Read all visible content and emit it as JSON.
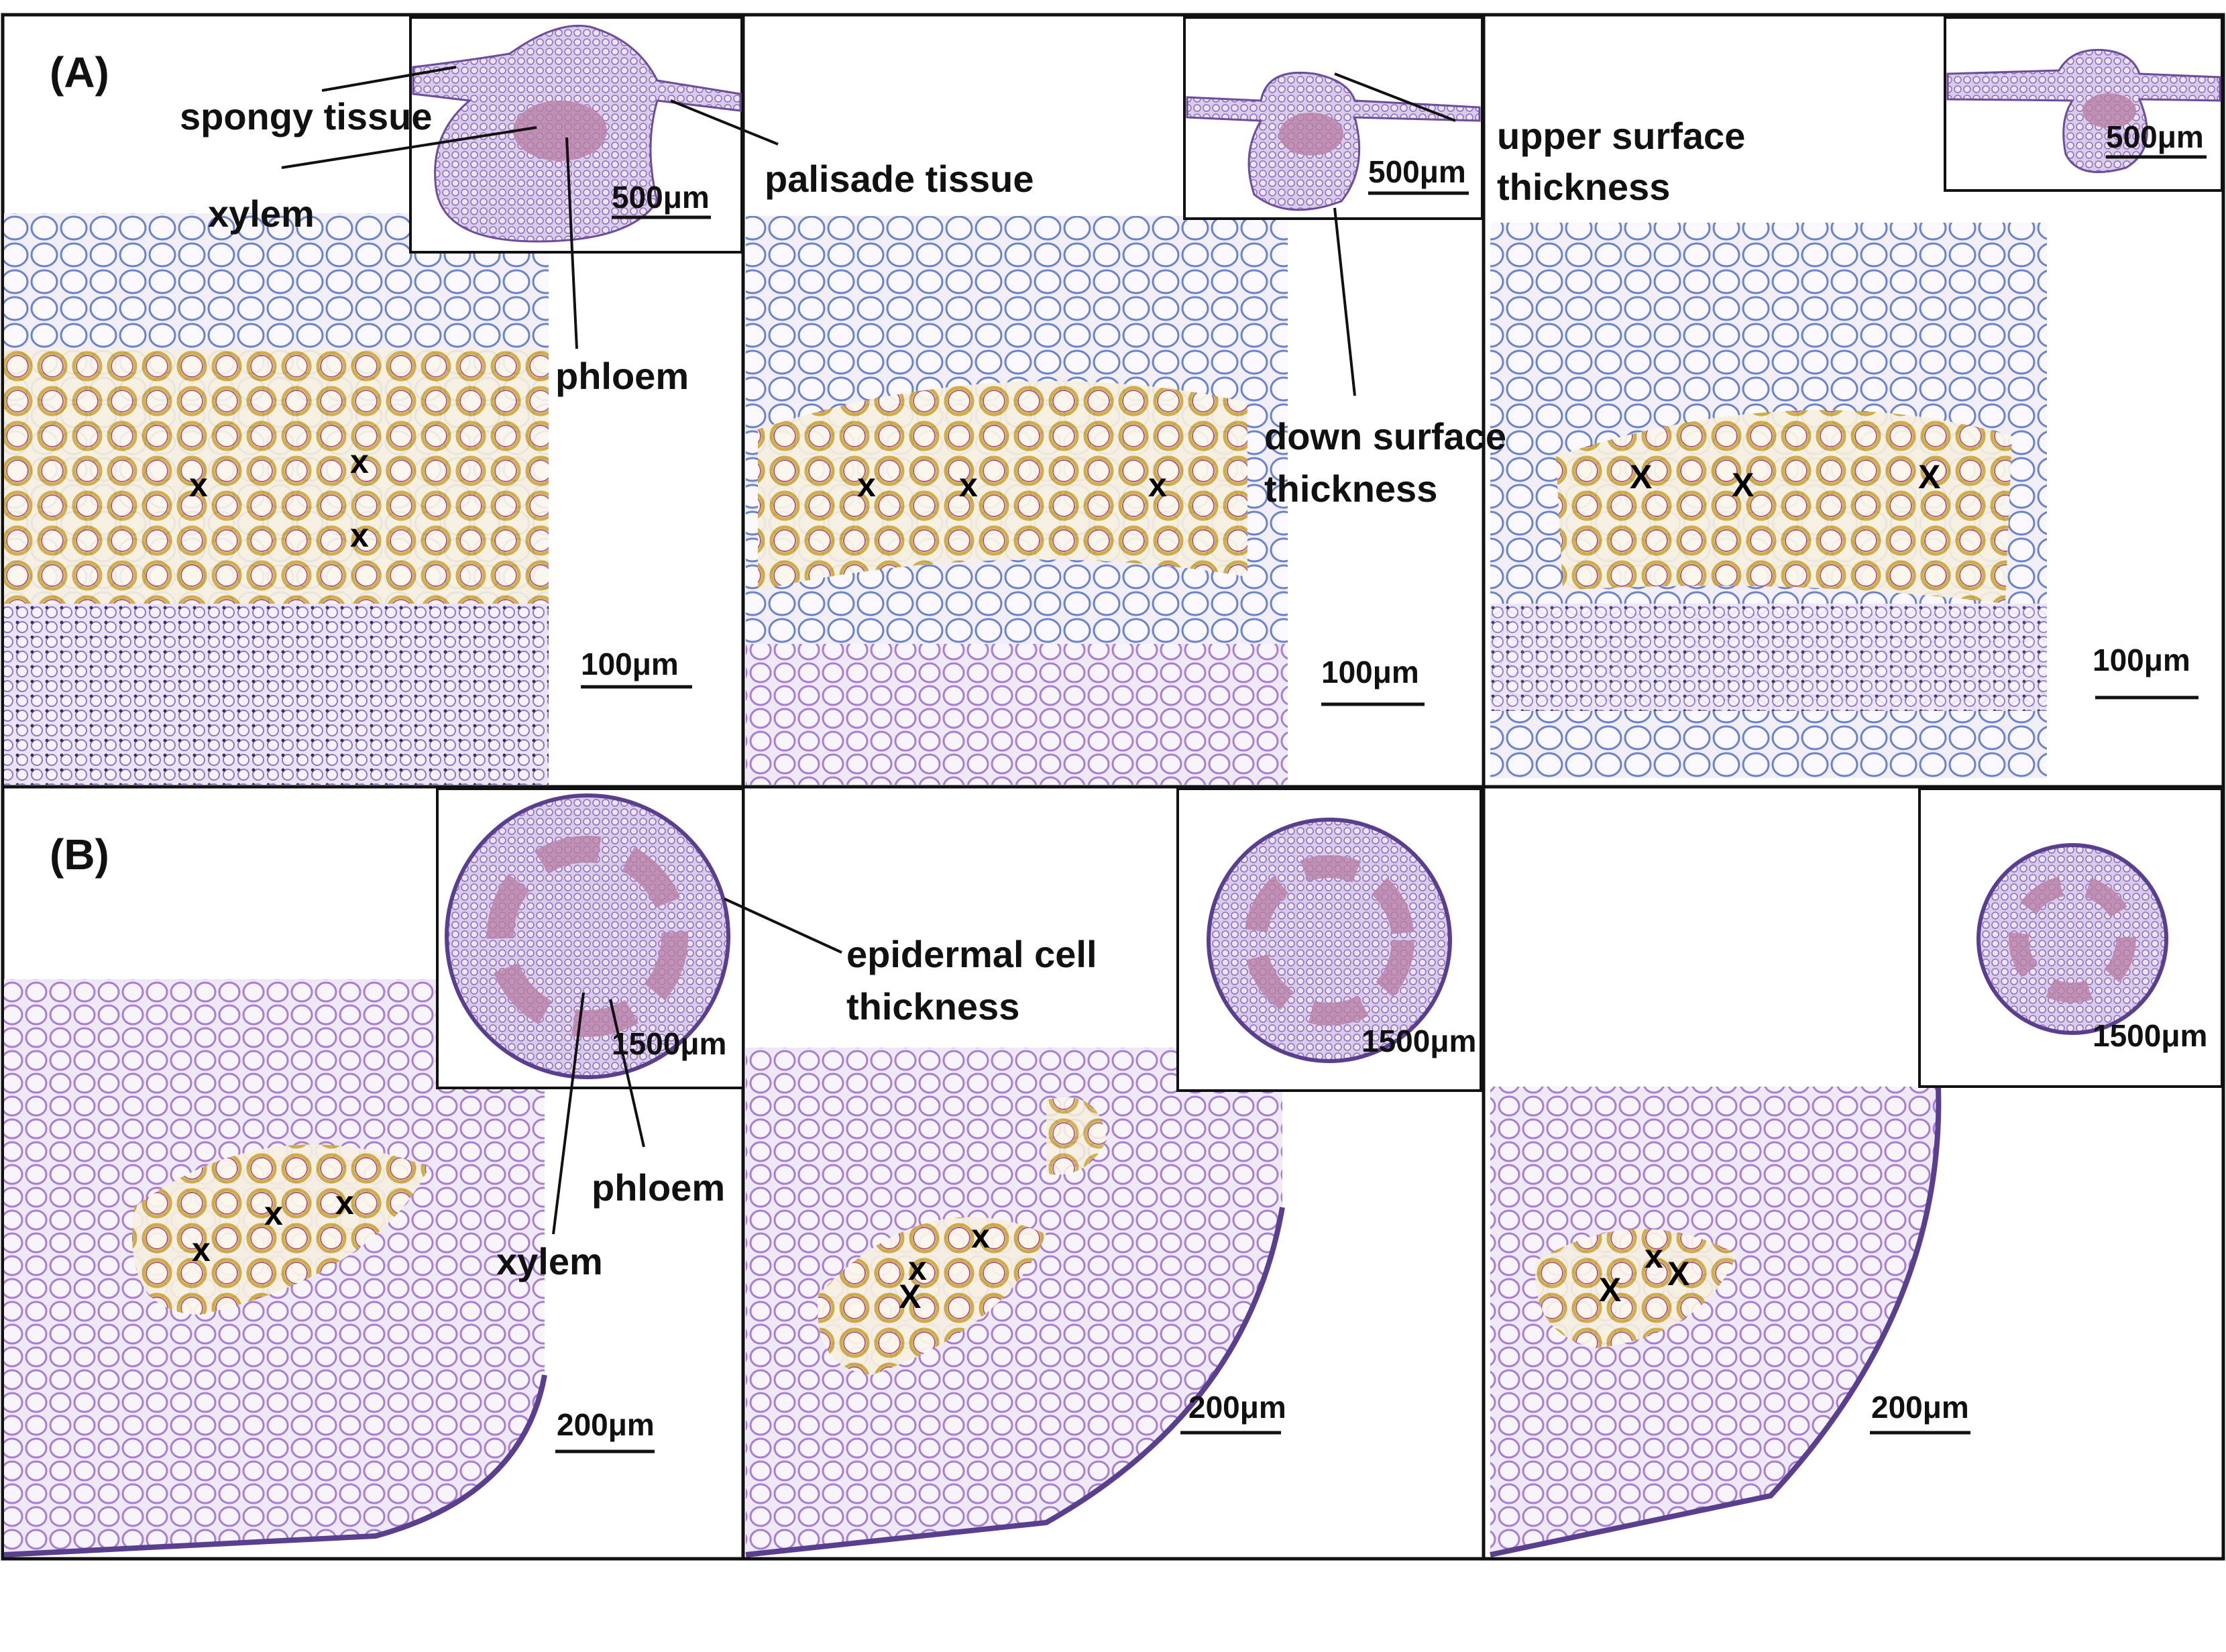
{
  "panels": {
    "A": {
      "label": "(A)"
    },
    "B": {
      "label": "(B)"
    }
  },
  "annotations": {
    "spongy_tissue": "spongy tissue",
    "xylem": "xylem",
    "phloem": "phloem",
    "palisade_tissue": "palisade tissue",
    "down_surface_1": "down surface",
    "down_surface_2": "thickness",
    "upper_surface_1": "upper surface",
    "upper_surface_2": "thickness",
    "epidermal_1": "epidermal cell",
    "epidermal_2": "thickness",
    "phloem_b": "phloem",
    "xylem_b": "xylem"
  },
  "scale_bars": {
    "a1_inset": "500μm",
    "a2_inset": "500μm",
    "a3_inset": "500μm",
    "a1_main": "100μm",
    "a2_main": "100μm",
    "a3_main": "100μm",
    "b1_inset": "1500μm",
    "b2_inset": "1500μm",
    "b3_inset": "1500μm",
    "b1_main": "200μm",
    "b2_main": "200μm",
    "b3_main": "200μm"
  },
  "marker": "x",
  "marker_upper": "X",
  "colors": {
    "tissue_purple": "#b89ad6",
    "tissue_light": "#e9e2f3",
    "vessel_yellow": "#e8d46a",
    "vessel_red": "#c24a6a",
    "blue_stain": "#3a6fb5",
    "border": "#111111"
  }
}
